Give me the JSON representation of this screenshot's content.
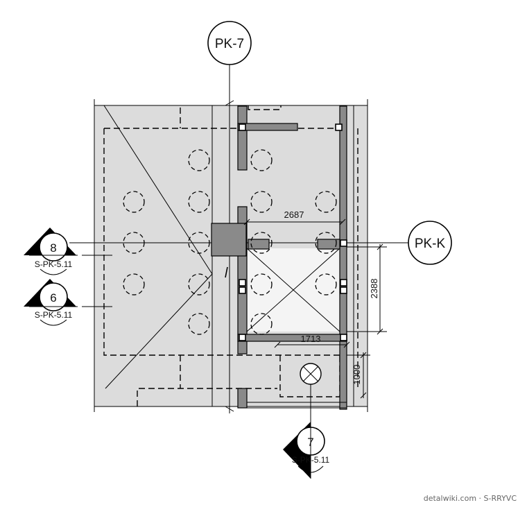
{
  "grid_bubbles": {
    "pk7": "PK-7",
    "pkk": "PK-K"
  },
  "section_markers": {
    "s8": {
      "number": "8",
      "ref": "S-PK-5.11"
    },
    "s6": {
      "number": "6",
      "ref": "S-PK-5.11"
    },
    "s7": {
      "number": "7",
      "ref": "S-PK-5.11"
    }
  },
  "dimensions": {
    "d2687": "2687",
    "d2388": "2388",
    "d1713": "1713",
    "d1000": "1000"
  },
  "watermark": "detalwiki.com · S-RRYVC",
  "colors": {
    "slab": "#dcdcdc",
    "wall": "#8a8a8a",
    "line": "#000000"
  }
}
